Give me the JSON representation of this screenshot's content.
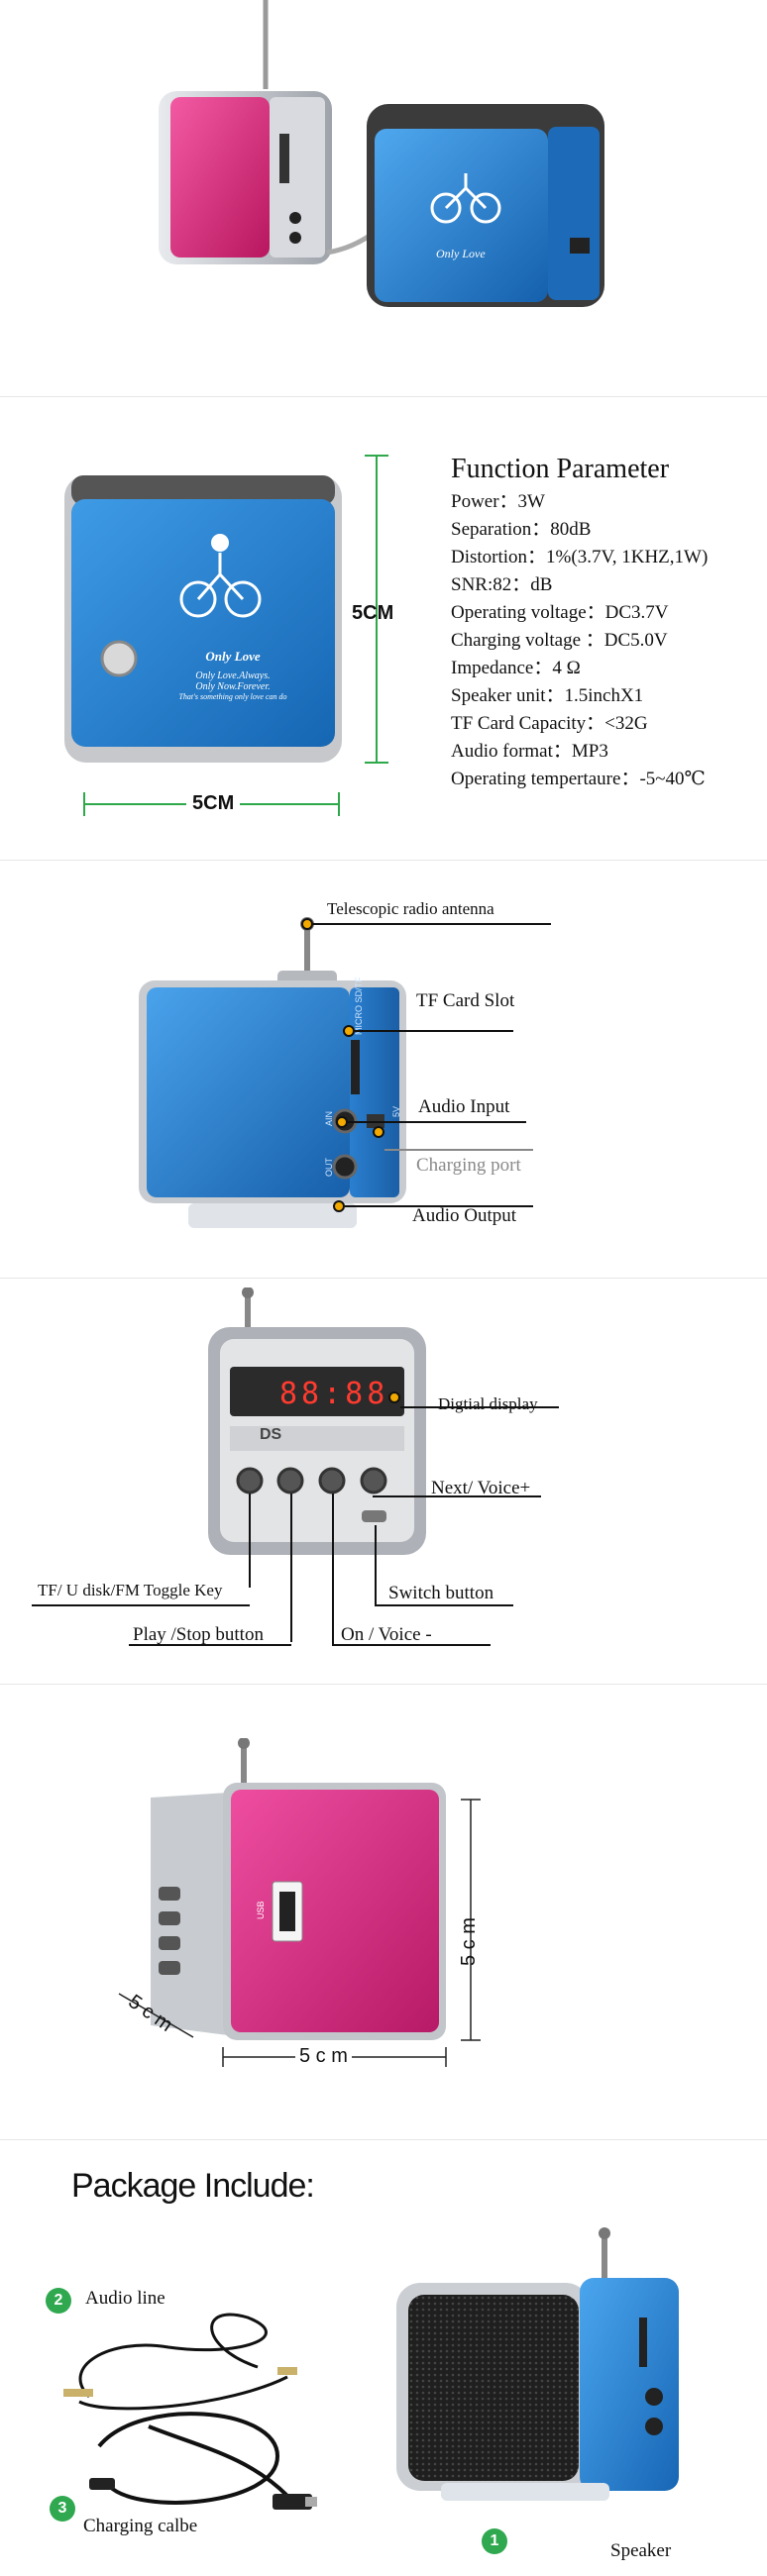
{
  "section2": {
    "params_title": "Function Parameter",
    "params": [
      "Power：3W",
      "Separation：80dB",
      "Distortion：1%(3.7V, 1KHZ,1W)",
      "SNR:82：dB",
      "Operating voltage：DC3.7V",
      "Charging voltage ：DC5.0V",
      "Impedance：4 Ω",
      "Speaker unit：1.5inchX1",
      "TF Card Capacity：<32G",
      "Audio format：MP3",
      "Operating tempertaure：-5~40℃"
    ],
    "height_label": "5CM",
    "width_label": "5CM",
    "front_text": {
      "title": "Only Love",
      "line1": "Only Love.Always.",
      "line2": "Only Now.Forever.",
      "line3": "That's something only love can do"
    }
  },
  "section3": {
    "antenna": "Telescopic radio antenna",
    "tf_slot": "TF Card Slot",
    "audio_input": "Audio Input",
    "charging_port": "Charging port",
    "audio_output": "Audio Output",
    "side_labels": {
      "micro": "MICRO SD/TF",
      "ain": "AIN",
      "out": "OUT",
      "v5": "5V"
    }
  },
  "section4": {
    "digital_display": "Digtial display",
    "next_voice": "Next/ Voice+",
    "tf_toggle": "TF/ U disk/FM Toggle Key",
    "play_stop": "Play /Stop button",
    "switch_button": "Switch button",
    "on_voice": "On / Voice -",
    "display_digits": "88:88",
    "brand": "DS"
  },
  "section5": {
    "height_label": "5 c m",
    "width_label": "5 c m",
    "depth_label": "5 c m",
    "usb_label": "USB"
  },
  "section6": {
    "title": "Package Include:",
    "items": [
      {
        "num": "1",
        "label": "Speaker"
      },
      {
        "num": "2",
        "label": "Audio line"
      },
      {
        "num": "3",
        "label": "Charging calbe"
      }
    ]
  },
  "colors": {
    "pink": "#d6287a",
    "blue": "#2a86d0",
    "silver": "#c9ccd1",
    "badge": "#2fa84f",
    "dot": "#f2a900"
  }
}
